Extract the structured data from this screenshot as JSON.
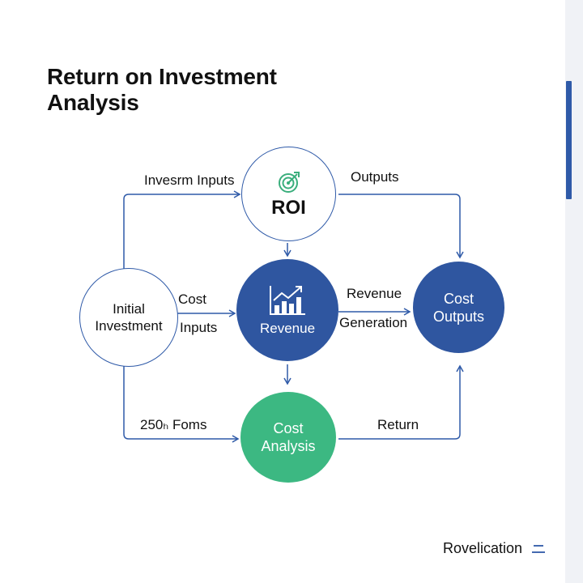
{
  "title": "Return on Investment\nAnalysis",
  "nodes": {
    "roi": {
      "label": "ROI",
      "icon": "target-icon"
    },
    "initial": {
      "label": "Initial\nInvestment"
    },
    "revenue": {
      "label": "Revenue",
      "icon": "bar-chart-growth-icon"
    },
    "cost_outputs": {
      "label": "Cost\nOutputs"
    },
    "cost_analysis": {
      "label": "Cost\nAnalysis"
    }
  },
  "edges": {
    "invest_inputs": "Invesrm Inputs",
    "outputs": "Outputs",
    "cost": "Cost",
    "inputs": "Inputs",
    "revenue": "Revenue",
    "generation": "Generation",
    "forms": "250ₕ Foms",
    "return": "Return"
  },
  "footer": {
    "brand": "Rovelication",
    "icon": "menu-lines-icon"
  },
  "colors": {
    "accent_blue": "#2f5aa8",
    "filled_blue": "#2f56a0",
    "green": "#3cb882",
    "icon_green": "#3aae7c"
  }
}
